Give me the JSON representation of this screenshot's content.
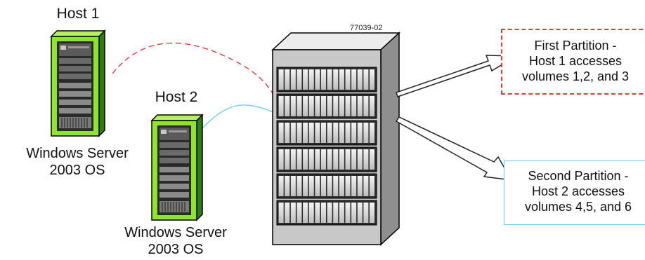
{
  "hosts": [
    {
      "title": "Host 1",
      "os_line1": "Windows Server",
      "os_line2": "2003 OS"
    },
    {
      "title": "Host 2",
      "os_line1": "Windows Server",
      "os_line2": "2003 OS"
    }
  ],
  "storage": {
    "figure_id": "77039-02",
    "rows": 6
  },
  "partitions": [
    {
      "line1": "First Partition -",
      "line2": "Host 1 accesses",
      "line3": "volumes 1,2, and 3",
      "border_color": "#e23b3b",
      "border_style": "dashed"
    },
    {
      "line1": "Second Partition -",
      "line2": "Host 2 accesses",
      "line3": "volumes 4,5, and 6",
      "border_color": "#6dd3e8",
      "border_style": "solid"
    }
  ],
  "colors": {
    "host_green": "#8ee52a",
    "host1_link": "#e23b3b",
    "host2_link": "#6dd3e8",
    "cabinet_gray": "#c8c8c8"
  }
}
